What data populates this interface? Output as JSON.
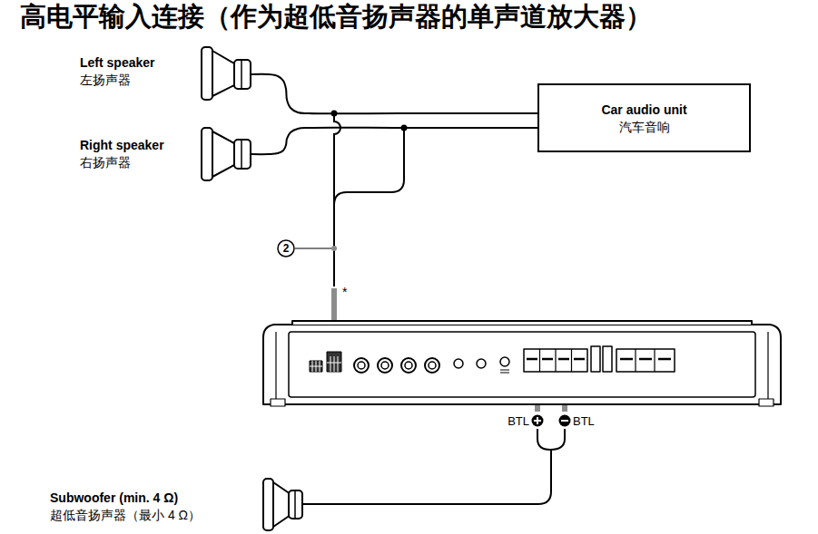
{
  "diagram": {
    "title": "高电平输入连接（作为超低音扬声器的单声道放大器）",
    "nodes": [
      {
        "text": [
          "Left speaker",
          "左扬声器"
        ]
      },
      {
        "text": [
          "Car audio unit",
          "汽车音响"
        ]
      },
      {
        "text": [
          "Right speaker",
          "右扬声器"
        ]
      },
      {
        "text": [
          "Subwoofer (min. 4 Ω)",
          "超低音扬声器（最小 4 Ω）"
        ]
      }
    ],
    "edges": [
      {
        "from": 1,
        "to": 0,
        "arrow": "none"
      },
      {
        "from": 1,
        "to": 2,
        "arrow": "none"
      }
    ],
    "labels": [
      "2",
      "*",
      "BTL",
      "BTL"
    ]
  }
}
